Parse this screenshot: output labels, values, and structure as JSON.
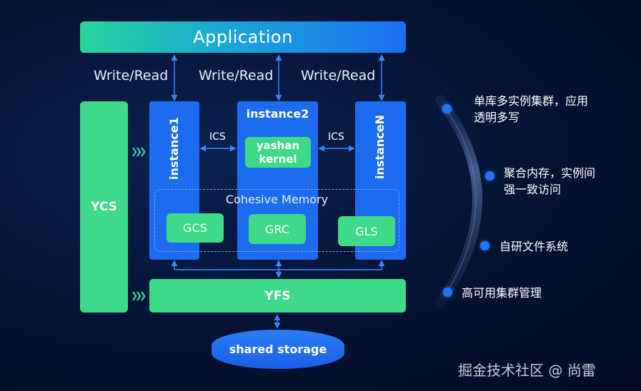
{
  "application": "Application",
  "write_read": [
    "Write/Read",
    "Write/Read",
    "Write/Read"
  ],
  "ycs": "YCS",
  "instances": {
    "instance1": "instance1",
    "instance2": "instance2",
    "instanceN": "instanceN"
  },
  "kernel": [
    "yashan",
    "kernel"
  ],
  "ics": [
    "ICS",
    "ICS"
  ],
  "cohesive_memory": "Cohesive Memory",
  "memory_services": [
    "GCS",
    "GRC",
    "GLS"
  ],
  "yfs": "YFS",
  "shared_storage": "shared storage",
  "features": [
    [
      "单库多实例集群，应用",
      "透明多写"
    ],
    [
      "聚合内存，实例间",
      "强一致访问"
    ],
    [
      "自研文件系统"
    ],
    [
      "高可用集群管理"
    ]
  ],
  "watermark": "掘金技术社区 @ 尚雷",
  "colors": {
    "green": "#3fd98a",
    "blue": "#1d6cf0",
    "background": "#061233",
    "connector": "#3a86ff"
  }
}
